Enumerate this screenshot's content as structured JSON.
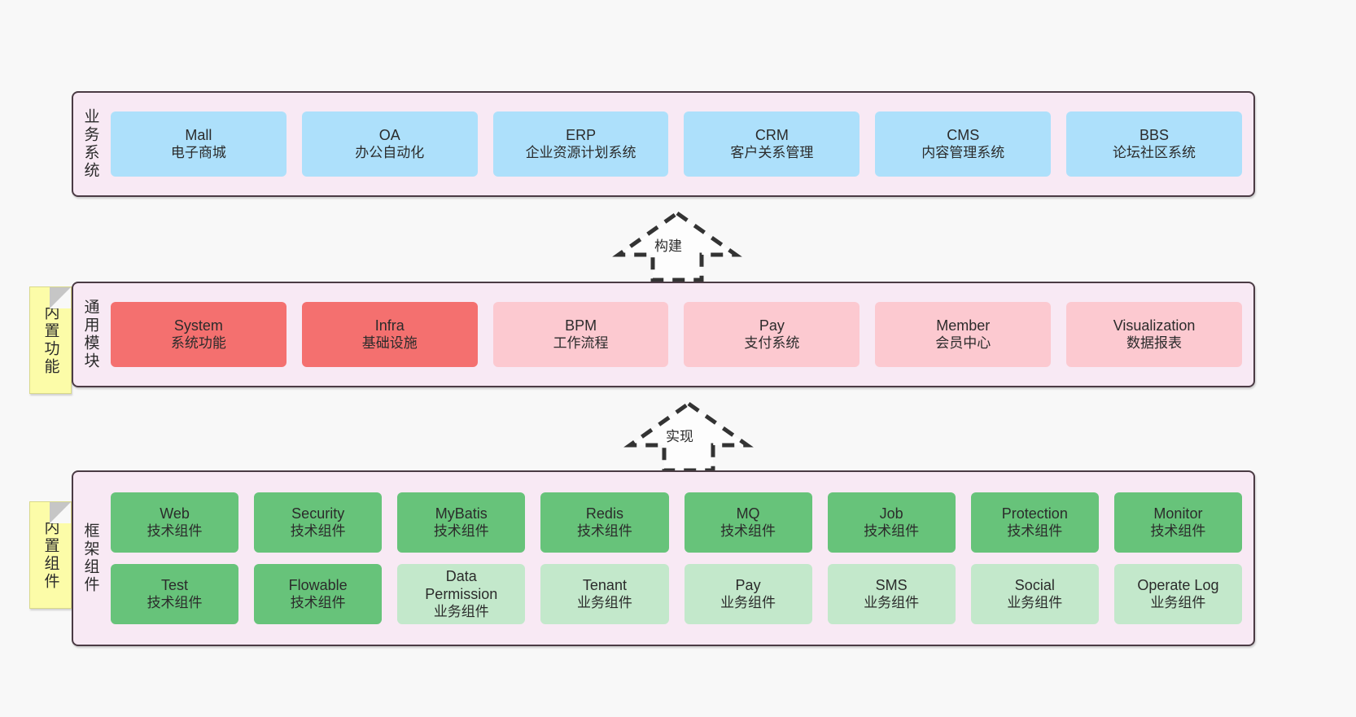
{
  "diagram": {
    "background": "#f8f8f8",
    "container_fill": "#f8e9f4",
    "container_stroke": "#4b3b44",
    "note_fill": "#fcfca8"
  },
  "layers": [
    {
      "id": "business-system",
      "title": "业务系统",
      "color": "#ade0fb",
      "rows": [
        [
          {
            "en": "Mall",
            "cn": "电子商城",
            "style": "c-blue"
          },
          {
            "en": "OA",
            "cn": "办公自动化",
            "style": "c-blue"
          },
          {
            "en": "ERP",
            "cn": "企业资源计划系统",
            "style": "c-blue"
          },
          {
            "en": "CRM",
            "cn": "客户关系管理",
            "style": "c-blue"
          },
          {
            "en": "CMS",
            "cn": "内容管理系统",
            "style": "c-blue"
          },
          {
            "en": "BBS",
            "cn": "论坛社区系统",
            "style": "c-blue"
          }
        ]
      ]
    },
    {
      "id": "common-module",
      "title": "通用模块",
      "note": "内置功能",
      "rows": [
        [
          {
            "en": "System",
            "cn": "系统功能",
            "style": "c-red"
          },
          {
            "en": "Infra",
            "cn": "基础设施",
            "style": "c-red"
          },
          {
            "en": "BPM",
            "cn": "工作流程",
            "style": "c-pink"
          },
          {
            "en": "Pay",
            "cn": "支付系统",
            "style": "c-pink"
          },
          {
            "en": "Member",
            "cn": "会员中心",
            "style": "c-pink"
          },
          {
            "en": "Visualization",
            "cn": "数据报表",
            "style": "c-pink"
          }
        ]
      ]
    },
    {
      "id": "framework-component",
      "title": "框架组件",
      "note": "内置组件",
      "rows": [
        [
          {
            "en": "Web",
            "cn": "技术组件",
            "style": "c-green"
          },
          {
            "en": "Security",
            "cn": "技术组件",
            "style": "c-green"
          },
          {
            "en": "MyBatis",
            "cn": "技术组件",
            "style": "c-green"
          },
          {
            "en": "Redis",
            "cn": "技术组件",
            "style": "c-green"
          },
          {
            "en": "MQ",
            "cn": "技术组件",
            "style": "c-green"
          },
          {
            "en": "Job",
            "cn": "技术组件",
            "style": "c-green"
          },
          {
            "en": "Protection",
            "cn": "技术组件",
            "style": "c-green"
          },
          {
            "en": "Monitor",
            "cn": "技术组件",
            "style": "c-green"
          }
        ],
        [
          {
            "en": "Test",
            "cn": "技术组件",
            "style": "c-green"
          },
          {
            "en": "Flowable",
            "cn": "技术组件",
            "style": "c-green"
          },
          {
            "en": "Data Permission",
            "cn": "业务组件",
            "style": "c-greenlite"
          },
          {
            "en": "Tenant",
            "cn": "业务组件",
            "style": "c-greenlite"
          },
          {
            "en": "Pay",
            "cn": "业务组件",
            "style": "c-greenlite"
          },
          {
            "en": "SMS",
            "cn": "业务组件",
            "style": "c-greenlite"
          },
          {
            "en": "Social",
            "cn": "业务组件",
            "style": "c-greenlite"
          },
          {
            "en": "Operate Log",
            "cn": "业务组件",
            "style": "c-greenlite"
          }
        ]
      ]
    }
  ],
  "arrows": [
    {
      "id": "arrow-build",
      "label": "构建"
    },
    {
      "id": "arrow-implement",
      "label": "实现"
    }
  ]
}
